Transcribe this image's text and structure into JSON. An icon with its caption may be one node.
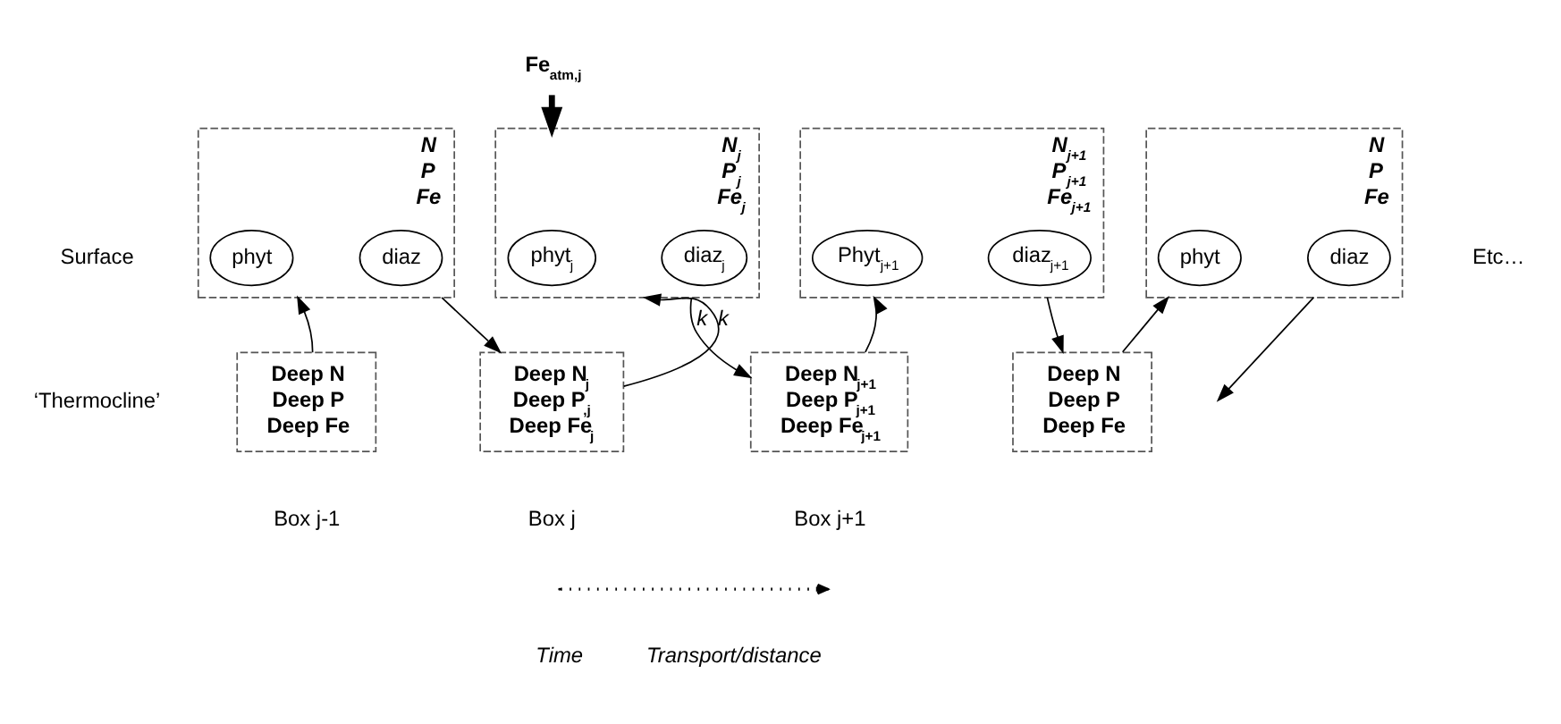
{
  "diagram": {
    "nodes": [
      {
        "text": [
          "Fe$_{atm,j}$"
        ]
      },
      {
        "text": [
          "N",
          "P",
          "Fe"
        ]
      },
      {
        "text": [
          "phyt"
        ],
        "in": 1
      },
      {
        "text": [
          "diaz"
        ],
        "in": 1
      },
      {
        "text": [
          "N$_{j}$",
          "P$_{j}$",
          "Fe$_{j}$"
        ]
      },
      {
        "text": [
          "phyt$_{j}$"
        ],
        "in": 4
      },
      {
        "text": [
          "diaz$_{j}$"
        ],
        "in": 4
      },
      {
        "text": [
          "N$_{j+1}$",
          "P$_{j+1}$",
          "Fe$_{j+1}$"
        ]
      },
      {
        "text": [
          "Phyt$_{j+1}$"
        ],
        "in": 7
      },
      {
        "text": [
          "diaz$_{j+1}$"
        ],
        "in": 7
      },
      {
        "text": [
          "N",
          "P",
          "Fe"
        ]
      },
      {
        "text": [
          "phyt"
        ],
        "in": 10
      },
      {
        "text": [
          "diaz"
        ],
        "in": 10
      },
      {
        "text": [
          "Deep N",
          "Deep P",
          "Deep Fe"
        ],
        "beside": [
          "Box j-1"
        ]
      },
      {
        "text": [
          "Deep N$_{j}$",
          "Deep P$_{,j}$",
          "Deep Fe$_{j}$"
        ],
        "beside": [
          "Box j"
        ]
      },
      {
        "text": [
          "Deep N$_{j+1}$",
          "Deep P$_{j+1}$",
          "Deep Fe$_{j+1}$"
        ],
        "beside": [
          "Box j+1"
        ]
      },
      {
        "text": [
          "Deep N",
          "Deep P",
          "Deep Fe"
        ]
      }
    ],
    "edges": [
      {
        "from": 13,
        "to": 1,
        "arrow": "to"
      },
      {
        "from": 1,
        "to": 14,
        "arrow": "to"
      },
      {
        "from": 14,
        "to": 4,
        "arrow": "to",
        "label": "k"
      },
      {
        "from": 4,
        "to": 15,
        "arrow": "to",
        "label": "k"
      },
      {
        "from": 15,
        "to": 7,
        "arrow": "to"
      },
      {
        "from": 7,
        "to": 16,
        "arrow": "to"
      },
      {
        "from": 16,
        "to": 10,
        "arrow": "to"
      },
      {
        "from": 10,
        "to": null,
        "arrow": "to"
      },
      {
        "from": 0,
        "to": 4,
        "arrow": "to",
        "style": "thick"
      }
    ],
    "labels": [
      "Surface",
      "Etc…",
      "‘Thermocline’",
      "Time",
      "Transport/distance"
    ]
  }
}
